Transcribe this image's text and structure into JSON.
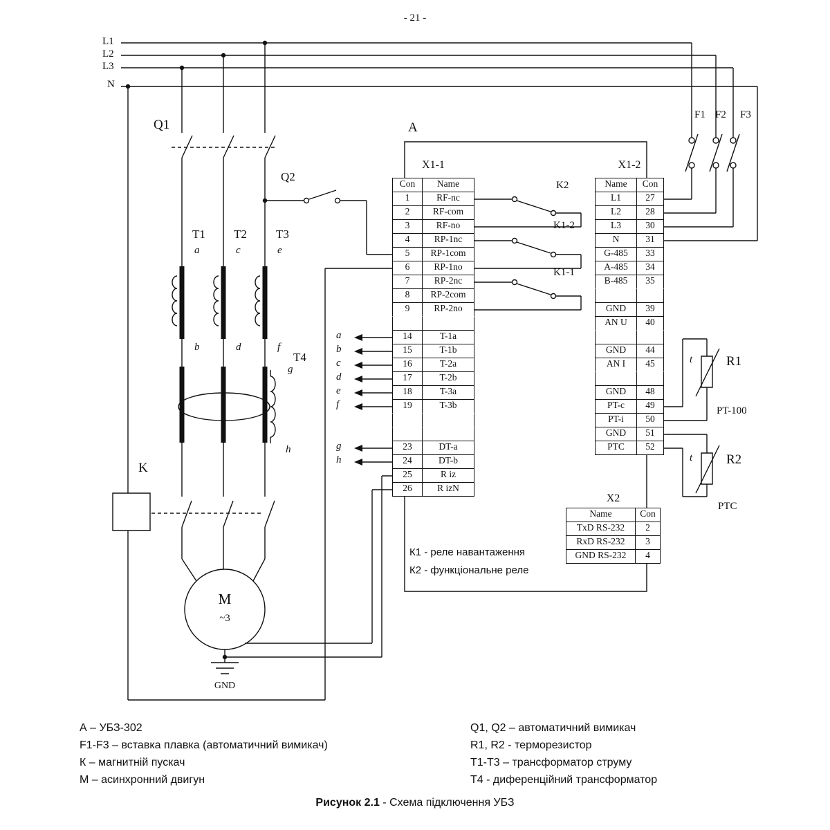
{
  "labels": {
    "page_number": "- 21 -",
    "l1": "L1",
    "l2": "L2",
    "l3": "L3",
    "n": "N",
    "q1": "Q1",
    "q2": "Q2",
    "a": "A",
    "k": "K",
    "f1": "F1",
    "f2": "F2",
    "f3": "F3",
    "t1": "T1",
    "t2": "T2",
    "t3": "T3",
    "t4": "T4",
    "k2": "K2",
    "k1_2": "K1-2",
    "k1_1": "K1-1",
    "r1": "R1",
    "r2": "R2",
    "pt100": "PT-100",
    "ptc": "PTC",
    "m": "M",
    "phases": "~3",
    "gnd": "GND",
    "t_sym": "t"
  },
  "letters": {
    "a": "a",
    "b": "b",
    "c": "c",
    "d": "d",
    "e": "e",
    "f": "f",
    "g": "g",
    "h": "h"
  },
  "x11": {
    "title": "X1-1",
    "headers": [
      "Con",
      "Name"
    ],
    "rows": [
      [
        "1",
        "RF-nc"
      ],
      [
        "2",
        "RF-com"
      ],
      [
        "3",
        "RF-no"
      ],
      [
        "4",
        "RP-1nc"
      ],
      [
        "5",
        "RP-1com"
      ],
      [
        "6",
        "RP-1no"
      ],
      [
        "7",
        "RP-2nc"
      ],
      [
        "8",
        "RP-2com"
      ],
      [
        "9",
        "RP-2no"
      ],
      [
        "",
        ""
      ],
      [
        "14",
        "T-1a"
      ],
      [
        "15",
        "T-1b"
      ],
      [
        "16",
        "T-2a"
      ],
      [
        "17",
        "T-2b"
      ],
      [
        "18",
        "T-3a"
      ],
      [
        "19",
        "T-3b"
      ],
      [
        "",
        ""
      ],
      [
        "",
        ""
      ],
      [
        "23",
        "DT-a"
      ],
      [
        "24",
        "DT-b"
      ],
      [
        "25",
        "R iz"
      ],
      [
        "26",
        "R izN"
      ]
    ]
  },
  "x12": {
    "title": "X1-2",
    "headers": [
      "Name",
      "Con"
    ],
    "rows": [
      [
        "L1",
        "27"
      ],
      [
        "L2",
        "28"
      ],
      [
        "L3",
        "30"
      ],
      [
        "N",
        "31"
      ],
      [
        "G-485",
        "33"
      ],
      [
        "A-485",
        "34"
      ],
      [
        "B-485",
        "35"
      ],
      [
        "",
        ""
      ],
      [
        "GND",
        "39"
      ],
      [
        "AN U",
        "40"
      ],
      [
        "",
        ""
      ],
      [
        "GND",
        "44"
      ],
      [
        "AN I",
        "45"
      ],
      [
        "",
        ""
      ],
      [
        "GND",
        "48"
      ],
      [
        "PT-c",
        "49"
      ],
      [
        "PT-i",
        "50"
      ],
      [
        "GND",
        "51"
      ],
      [
        "PTC",
        "52"
      ]
    ]
  },
  "x2": {
    "title": "X2",
    "headers": [
      "Name",
      "Con"
    ],
    "rows": [
      [
        "TxD RS-232",
        "2"
      ],
      [
        "RxD RS-232",
        "3"
      ],
      [
        "GND RS-232",
        "4"
      ]
    ]
  },
  "notes": {
    "k1": "К1 - реле навантаження",
    "k2": "К2 - функціональне реле"
  },
  "legend": {
    "left": [
      "А – УБЗ-302",
      "F1-F3 – вставка плавка (автоматичний вимикач)",
      "К – магнитній пускач",
      "М – асинхронний двигун"
    ],
    "right": [
      "Q1, Q2 – автоматичний вимикач",
      "R1, R2 - терморезистор",
      "Т1-Т3 – трансформатор струму",
      "Т4 - диференційний трансформатор"
    ]
  },
  "caption": {
    "figure": "Рисунок 2.1",
    "text": " - Схема підключення УБЗ"
  }
}
